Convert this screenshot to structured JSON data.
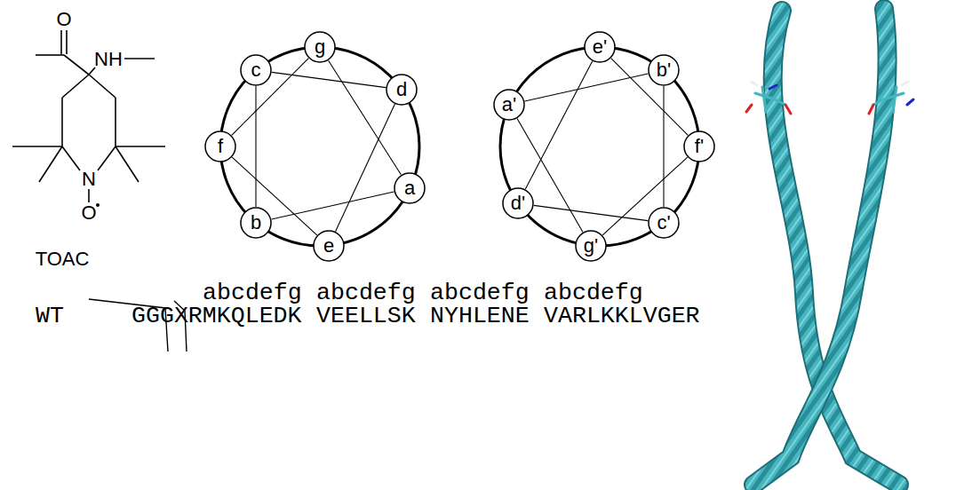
{
  "diagram": {
    "nodes": [
      {
        "text": [
          "c"
        ]
      },
      {
        "text": [
          "g"
        ]
      },
      {
        "text": [
          "d"
        ]
      },
      {
        "text": [
          "f"
        ]
      },
      {
        "text": [
          "a"
        ]
      },
      {
        "text": [
          "b"
        ]
      },
      {
        "text": [
          "e"
        ]
      },
      {
        "text": [
          "e'"
        ]
      },
      {
        "text": [
          "a'"
        ]
      },
      {
        "text": [
          "b'"
        ]
      },
      {
        "text": [
          "f'"
        ]
      },
      {
        "text": [
          "d'"
        ]
      },
      {
        "text": [
          "c'"
        ]
      },
      {
        "text": [
          "g'"
        ]
      }
    ],
    "edges": [
      {
        "from": 4,
        "to": 5,
        "arrow": "none"
      },
      {
        "from": 5,
        "to": 0,
        "arrow": "none"
      },
      {
        "from": 0,
        "to": 2,
        "arrow": "none"
      },
      {
        "from": 2,
        "to": 6,
        "arrow": "none"
      },
      {
        "from": 6,
        "to": 3,
        "arrow": "none"
      },
      {
        "from": 3,
        "to": 1,
        "arrow": "none"
      },
      {
        "from": 1,
        "to": 4,
        "arrow": "none"
      },
      {
        "from": 8,
        "to": 9,
        "arrow": "none"
      },
      {
        "from": 9,
        "to": 12,
        "arrow": "none"
      },
      {
        "from": 12,
        "to": 11,
        "arrow": "none"
      },
      {
        "from": 11,
        "to": 7,
        "arrow": "none"
      },
      {
        "from": 7,
        "to": 10,
        "arrow": "none"
      },
      {
        "from": 10,
        "to": 13,
        "arrow": "none"
      },
      {
        "from": 13,
        "to": 8,
        "arrow": "none"
      }
    ],
    "labels": [
      "O",
      "NH",
      "N",
      "O",
      "TOAC",
      "abcdefg",
      "abcdefg",
      "abcdefg",
      "abcdefg",
      "WT",
      "GGGXRMKQLEDK",
      "VEELLSK",
      "NYHLENE",
      "VARLKKLVGER"
    ]
  }
}
